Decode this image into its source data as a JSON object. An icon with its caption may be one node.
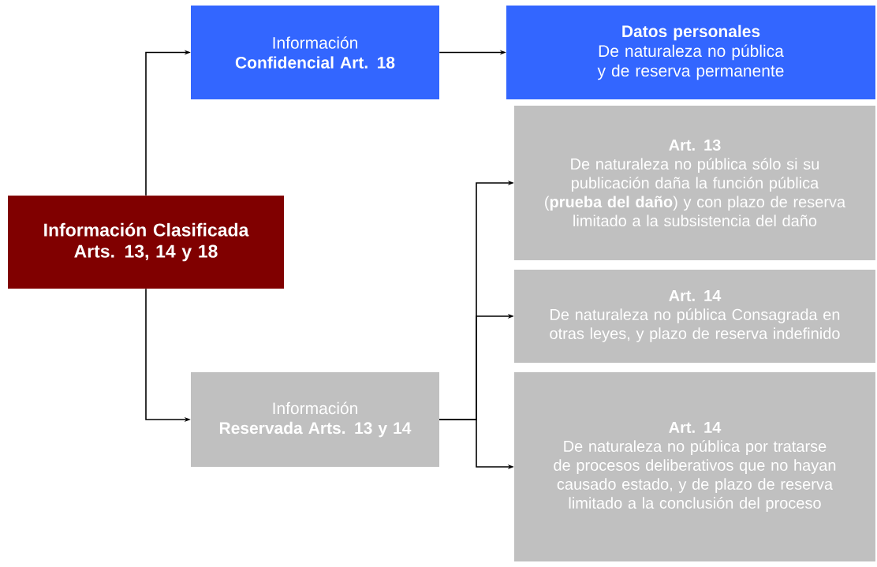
{
  "diagram": {
    "nodes": [
      {
        "text": [
          "Información Clasificada Arts. 13, 14 y 18"
        ]
      },
      {
        "text": [
          "Información",
          "Confidencial Art. 18"
        ]
      },
      {
        "text": [
          "Datos personales",
          "De naturaleza no pública y de reserva permanente"
        ]
      },
      {
        "text": [
          "Información",
          "Reservada Arts. 13 y 14"
        ]
      },
      {
        "text": [
          "Art. 13",
          "De naturaleza no pública sólo si su publicación daña la función pública (**prueba del daño**) y con plazo de reserva limitado a la subsistencia del daño"
        ]
      },
      {
        "text": [
          "Art. 14",
          "De naturaleza no pública Consagrada en otras leyes, y plazo de reserva indefinido"
        ]
      },
      {
        "text": [
          "Art. 14",
          "De naturaleza no pública por tratarse de procesos deliberativos que no hayan causado estado, y de plazo de reserva limitado a la conclusión del proceso"
        ]
      }
    ],
    "edges": [
      {
        "from": 0,
        "to": 1,
        "arrow": "to"
      },
      {
        "from": 0,
        "to": 3,
        "arrow": "to"
      },
      {
        "from": 1,
        "to": 2,
        "arrow": "to"
      },
      {
        "from": 3,
        "to": 4,
        "arrow": "to"
      },
      {
        "from": 3,
        "to": 5,
        "arrow": "to"
      },
      {
        "from": 3,
        "to": 6,
        "arrow": "to"
      }
    ]
  }
}
